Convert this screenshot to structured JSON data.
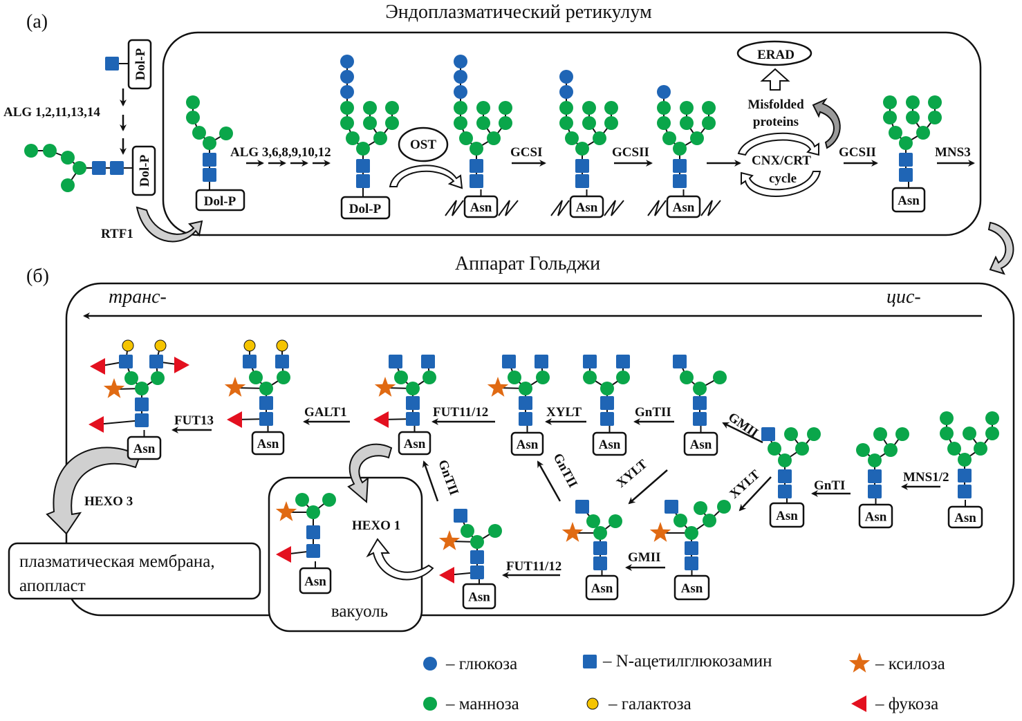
{
  "labels": {
    "panel_a": "(а)",
    "panel_b": "(б)",
    "er_title": "Эндоплазматический ретикулум",
    "golgi_title": "Аппарат Гольджи",
    "trans": "транс-",
    "cis": "цис-",
    "dolp": "Dol-P",
    "asn": "Asn",
    "alg1": "ALG 1,2,11,13,14",
    "alg2": "ALG 3,6,8,9,10,12",
    "rtf1": "RTF1",
    "ost": "OST",
    "gcsi": "GCSI",
    "gcsii": "GCSII",
    "erad": "ERAD",
    "misfolded1": "Misfolded",
    "misfolded2": "proteins",
    "cnx1": "CNX/CRT",
    "cnx2": "cycle",
    "mns3": "MNS3",
    "mns12": "MNS1/2",
    "gnti": "GnTI",
    "gmii": "GMII",
    "xylt": "XYLT",
    "gntii": "GnTII",
    "fut1112": "FUT11/12",
    "galt1": "GALT1",
    "fut13": "FUT13",
    "hexo1": "HEXO 1",
    "hexo3": "HEXO 3",
    "vacuole": "вакуоль",
    "pm1": "плазматическая мембрана,",
    "pm2": "апопласт"
  },
  "legend": [
    {
      "symbol": "blue-circle",
      "label": "– глюкоза"
    },
    {
      "symbol": "green-circle",
      "label": "– манноза"
    },
    {
      "symbol": "blue-square",
      "label": "– N-ацетилглюкозамин"
    },
    {
      "symbol": "yellow-circle",
      "label": "– галактоза"
    },
    {
      "symbol": "orange-star",
      "label": "– ксилоза"
    },
    {
      "symbol": "red-triangle",
      "label": "– фукоза"
    }
  ],
  "colors": {
    "glucose": "#1f65b5",
    "mannose": "#0aa64a",
    "glcnac": "#1f65b5",
    "galactose": "#f5c400",
    "xylose": "#e06a13",
    "fucose": "#e3101f",
    "transport_arrow": "#cfcfcf"
  }
}
